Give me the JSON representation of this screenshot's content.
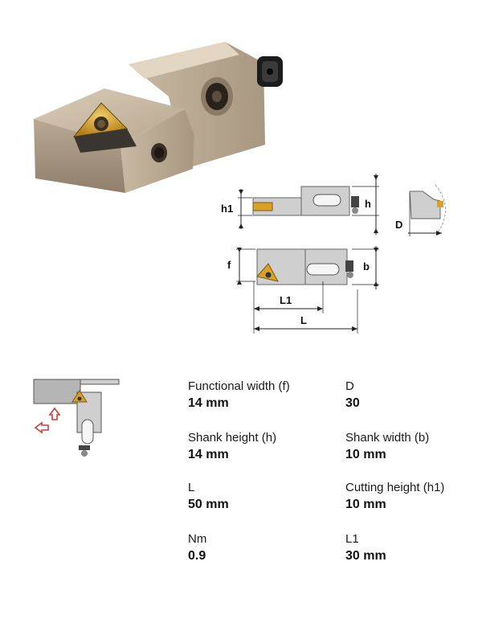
{
  "drawing_labels": {
    "h1": "h1",
    "h": "h",
    "D": "D",
    "f": "f",
    "b": "b",
    "L1": "L1",
    "L": "L"
  },
  "specs": [
    {
      "label": "Functional width (f)",
      "value": "14 mm"
    },
    {
      "label": "D",
      "value": "30"
    },
    {
      "label": "Shank height (h)",
      "value": "14 mm"
    },
    {
      "label": "Shank width (b)",
      "value": "10 mm"
    },
    {
      "label": "L",
      "value": "50 mm"
    },
    {
      "label": "Cutting height (h1)",
      "value": "10 mm"
    },
    {
      "label": "Nm",
      "value": "0.9"
    },
    {
      "label": "L1",
      "value": "30 mm"
    }
  ],
  "colors": {
    "body_metal": "#b8a894",
    "insert_gold": "#d9a02a",
    "arrow_red": "#d23a3a",
    "drawing_gray": "#cfcfcf"
  }
}
